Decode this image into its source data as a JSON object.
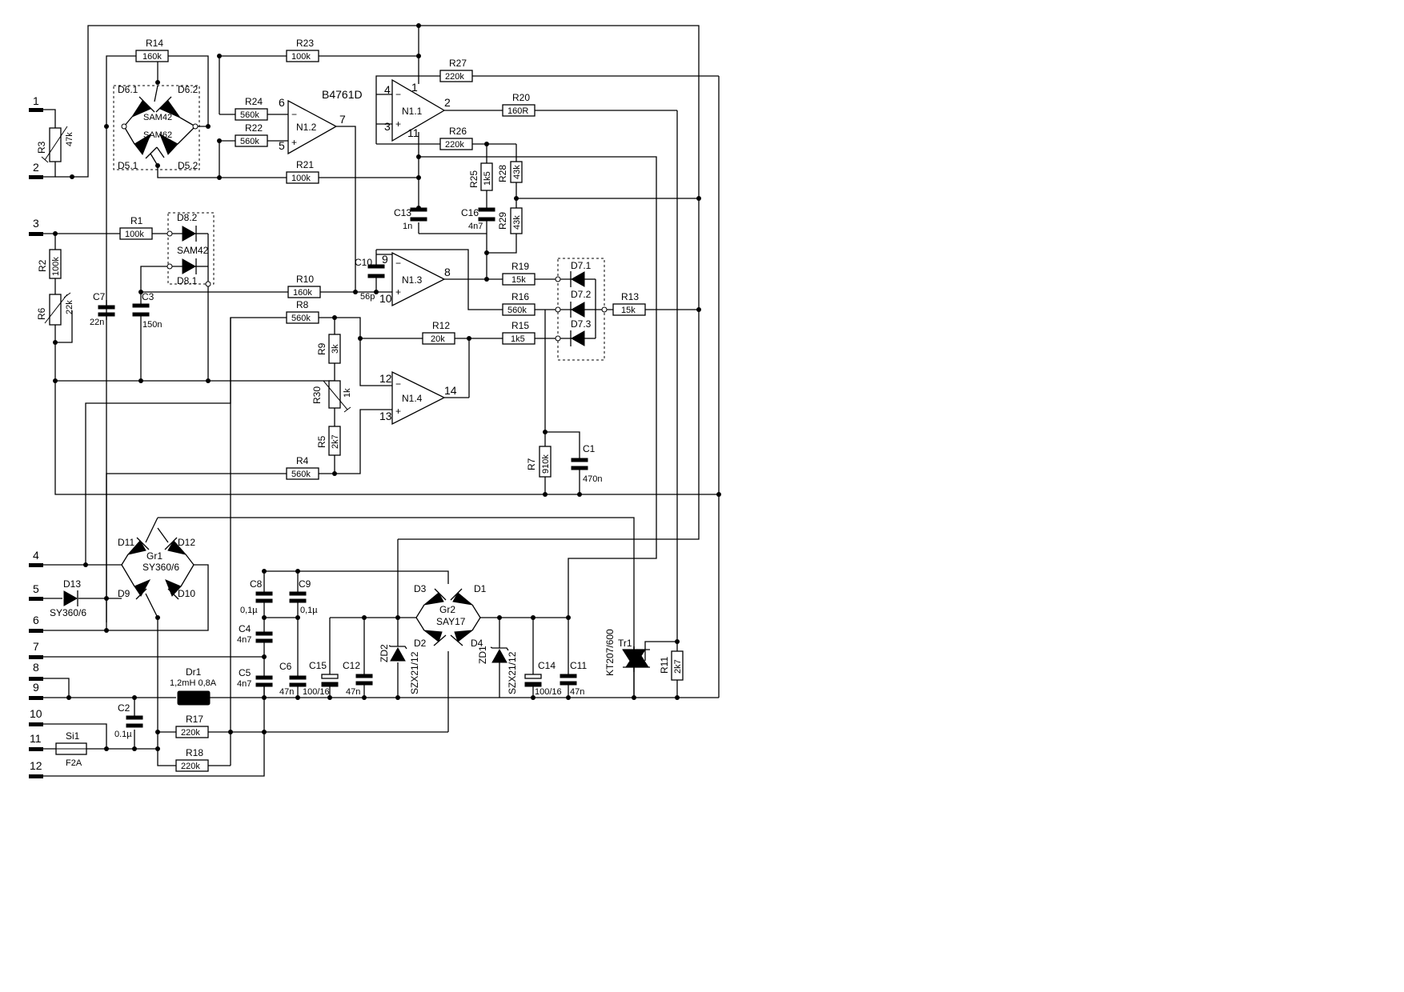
{
  "ic": {
    "type": "B4761D",
    "n11": "N1.1",
    "n12": "N1.2",
    "n13": "N1.3",
    "n14": "N1.4"
  },
  "pins": {
    "p1": "1",
    "p2": "2",
    "p3": "3",
    "p4": "4",
    "p5": "5",
    "p6": "6",
    "p7": "7",
    "p8": "8",
    "p9": "9",
    "p10": "10",
    "p11": "11",
    "p12": "12",
    "p13": "13",
    "p14": "14"
  },
  "connectors": [
    "1",
    "2",
    "3",
    "4",
    "5",
    "6",
    "7",
    "8",
    "9",
    "10",
    "11",
    "12"
  ],
  "resistors": [
    {
      "name": "R14",
      "value": "160k"
    },
    {
      "name": "R23",
      "value": "100k"
    },
    {
      "name": "R27",
      "value": "220k"
    },
    {
      "name": "R24",
      "value": "560k"
    },
    {
      "name": "R22",
      "value": "560k"
    },
    {
      "name": "R20",
      "value": "160R"
    },
    {
      "name": "R26",
      "value": "220k"
    },
    {
      "name": "R21",
      "value": "100k"
    },
    {
      "name": "R25",
      "value": "1k5"
    },
    {
      "name": "R28",
      "value": "43k"
    },
    {
      "name": "R29",
      "value": "43k"
    },
    {
      "name": "R1",
      "value": "100k"
    },
    {
      "name": "R2",
      "value": "100k"
    },
    {
      "name": "R10",
      "value": "160k"
    },
    {
      "name": "R19",
      "value": "15k"
    },
    {
      "name": "R16",
      "value": "560k"
    },
    {
      "name": "R13",
      "value": "15k"
    },
    {
      "name": "R8",
      "value": "560k"
    },
    {
      "name": "R12",
      "value": "20k"
    },
    {
      "name": "R15",
      "value": "1k5"
    },
    {
      "name": "R9",
      "value": "3k"
    },
    {
      "name": "R5",
      "value": "2k7"
    },
    {
      "name": "R4",
      "value": "560k"
    },
    {
      "name": "R7",
      "value": "910k"
    },
    {
      "name": "R17",
      "value": "220k"
    },
    {
      "name": "R18",
      "value": "220k"
    },
    {
      "name": "R11",
      "value": "2k7"
    }
  ],
  "pots": [
    {
      "name": "R3",
      "value": "47k"
    },
    {
      "name": "R6",
      "value": "22k"
    },
    {
      "name": "R30",
      "value": "1k"
    }
  ],
  "capacitors": [
    {
      "name": "C13",
      "value": "1n"
    },
    {
      "name": "C16",
      "value": "4n7"
    },
    {
      "name": "C10",
      "value": "56p"
    },
    {
      "name": "C7",
      "value": "22n"
    },
    {
      "name": "C3",
      "value": "150n"
    },
    {
      "name": "C1",
      "value": "470n"
    },
    {
      "name": "C8",
      "value": "0,1µ"
    },
    {
      "name": "C9",
      "value": "0,1µ"
    },
    {
      "name": "C4",
      "value": "4n7"
    },
    {
      "name": "C5",
      "value": "4n7"
    },
    {
      "name": "C6",
      "value": "47n"
    },
    {
      "name": "C15",
      "value": "100/16"
    },
    {
      "name": "C12",
      "value": "47n"
    },
    {
      "name": "C14",
      "value": "100/16"
    },
    {
      "name": "C11",
      "value": "47n"
    },
    {
      "name": "C2",
      "value": "0.1µ"
    }
  ],
  "diodes": {
    "d61": "D6.1",
    "d62": "D6.2",
    "d51": "D5.1",
    "d52": "D5.2",
    "sam42a": "SAM42",
    "sam62": "SAM62",
    "d82": "D8.2",
    "d81": "D8.1",
    "sam42b": "SAM42",
    "d71": "D7.1",
    "d72": "D7.2",
    "d73": "D7.3",
    "d11": "D11",
    "d12": "D12",
    "d9": "D9",
    "d10": "D10",
    "gr1": "Gr1",
    "gr1type": "SY360/6",
    "d13": "D13",
    "d13type": "SY360/6",
    "d3": "D3",
    "d1": "D1",
    "d2": "D2",
    "d4": "D4",
    "gr2": "Gr2",
    "gr2type": "SAY17",
    "zd2": "ZD2",
    "zd2type": "SZX21/12",
    "zd1": "ZD1",
    "zd1type": "SZX21/12"
  },
  "other": {
    "dr1": "Dr1",
    "dr1value": "1,2mH 0,8A",
    "si1": "Si1",
    "si1value": "F2A",
    "tr1": "Tr1",
    "tr1type": "KT207/600"
  }
}
